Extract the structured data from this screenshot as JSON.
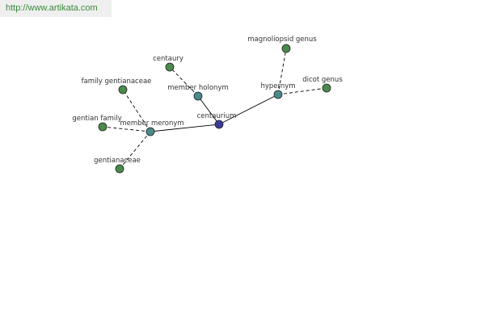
{
  "header": {
    "url": "http://www.artikata.com"
  },
  "colors": {
    "leaf": "#4a8a4a",
    "relation": "#4a8a8a",
    "center": "#3a3a9a",
    "edge": "#000000"
  },
  "graph": {
    "nodes": [
      {
        "id": "centaurium",
        "label": "centaurium",
        "kind": "center"
      },
      {
        "id": "member-meronym",
        "label": "member meronym",
        "kind": "relation"
      },
      {
        "id": "member-holonym",
        "label": "member holonym",
        "kind": "relation"
      },
      {
        "id": "hypernym",
        "label": "hypernym",
        "kind": "relation"
      },
      {
        "id": "centaury",
        "label": "centaury",
        "kind": "leaf"
      },
      {
        "id": "family-gentianaceae",
        "label": "family gentianaceae",
        "kind": "leaf"
      },
      {
        "id": "gentian-family",
        "label": "gentian family",
        "kind": "leaf"
      },
      {
        "id": "gentianaceae",
        "label": "gentianaceae",
        "kind": "leaf"
      },
      {
        "id": "magnoliopsid-genus",
        "label": "magnoliopsid genus",
        "kind": "leaf"
      },
      {
        "id": "dicot-genus",
        "label": "dicot genus",
        "kind": "leaf"
      }
    ],
    "edges": [
      {
        "from": "centaurium",
        "to": "member-meronym",
        "style": "solid"
      },
      {
        "from": "centaurium",
        "to": "member-holonym",
        "style": "solid"
      },
      {
        "from": "centaurium",
        "to": "hypernym",
        "style": "solid"
      },
      {
        "from": "member-meronym",
        "to": "family-gentianaceae",
        "style": "dashed"
      },
      {
        "from": "member-meronym",
        "to": "gentian-family",
        "style": "dashed"
      },
      {
        "from": "member-meronym",
        "to": "gentianaceae",
        "style": "dashed"
      },
      {
        "from": "member-holonym",
        "to": "centaury",
        "style": "dashed"
      },
      {
        "from": "hypernym",
        "to": "magnoliopsid-genus",
        "style": "dashed"
      },
      {
        "from": "hypernym",
        "to": "dicot-genus",
        "style": "dashed"
      }
    ]
  }
}
